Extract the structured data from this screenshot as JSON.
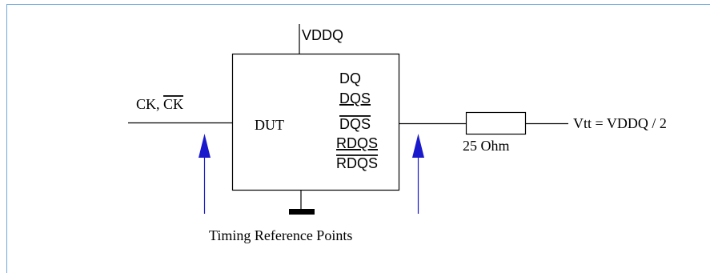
{
  "labels": {
    "vddq": "VDDQ",
    "clock": "CK, ",
    "clock_bar": "CK",
    "dut": "DUT",
    "pins": [
      "DQ",
      "DQS",
      "DQS",
      "RDQS",
      "RDQS"
    ],
    "resistor": "25 Ohm",
    "vtt": "Vtt = VDDQ / 2",
    "timing_reference": "Timing Reference Points"
  },
  "colors": {
    "frame": "#6fa8dc",
    "arrow": "#1a1acc",
    "line": "#000000"
  }
}
